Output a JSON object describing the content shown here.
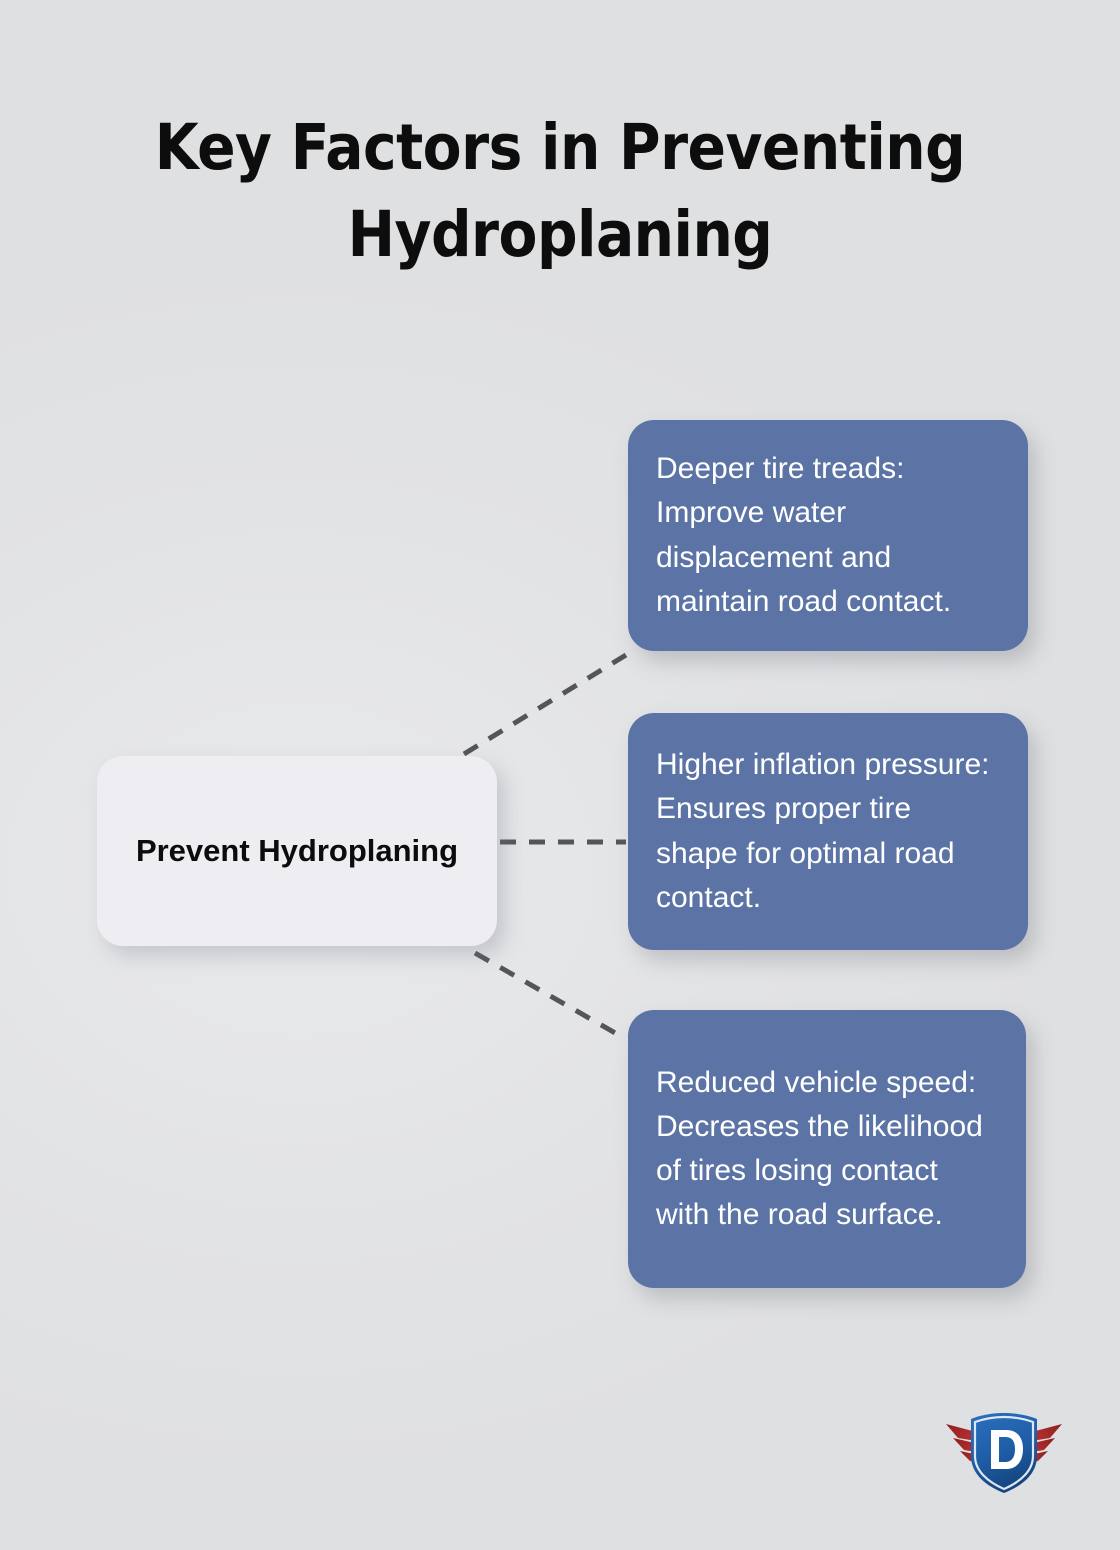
{
  "page": {
    "title": "Key Factors in Preventing Hydroplaning",
    "background_color": "#e2e3e5"
  },
  "diagram": {
    "type": "mind-map",
    "center_node": {
      "label": "Prevent Hydroplaning",
      "background_color": "#eeeef2",
      "text_color": "#0c0c0c"
    },
    "branch_color": "#5b74a5",
    "branch_text_color": "#ffffff",
    "connector_color": "#54555a",
    "connector_style": "dashed",
    "branches": [
      {
        "id": "deeper-tire-treads",
        "text": "Deeper tire treads: Improve water displacement and maintain road contact."
      },
      {
        "id": "higher-inflation-pressure",
        "text": "Higher inflation pressure: Ensures proper tire shape for optimal road contact."
      },
      {
        "id": "reduced-vehicle-speed",
        "text": "Reduced vehicle speed: Decreases the likelihood of tires losing contact with the road surface."
      }
    ]
  },
  "logo": {
    "name": "winged-shield-d-logo",
    "letter": "D",
    "shield_color": "#1f5fa9",
    "shield_dark_color": "#164a86",
    "wing_color": "#b02a2a",
    "letter_color": "#ffffff"
  }
}
